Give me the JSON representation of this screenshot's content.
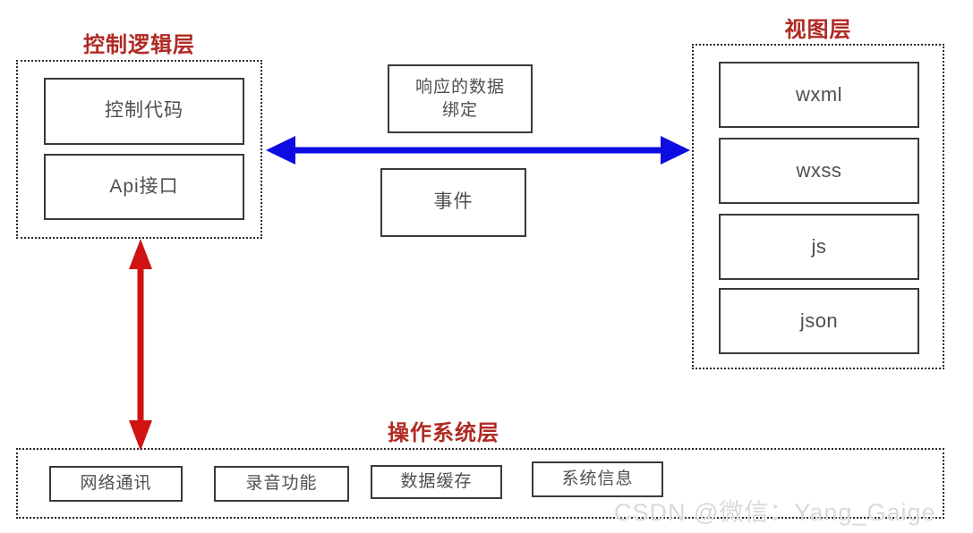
{
  "diagram": {
    "control_layer": {
      "label": "控制逻辑层",
      "boxes": [
        "控制代码",
        "Api接口"
      ]
    },
    "middle": {
      "binding_box": "响应的数据\n绑定",
      "event_box": "事件"
    },
    "view_layer": {
      "label": "视图层",
      "boxes": [
        "wxml",
        "wxss",
        "js",
        "json"
      ]
    },
    "os_layer": {
      "label": "操作系统层",
      "boxes": [
        "网络通讯",
        "录音功能",
        "数据缓存",
        "系统信息"
      ]
    },
    "arrows": {
      "horizontal": "blue-double-headed",
      "vertical": "red-double-headed"
    },
    "colors": {
      "label_red": "#b02a23",
      "arrow_red": "#cf1313",
      "arrow_blue": "#0d0ce2",
      "box_border": "#3a3a3a",
      "box_text": "#4f4f4f",
      "watermark": "#d9d9d9"
    },
    "watermark": "CSDN @微信：Yang_Gaige"
  }
}
